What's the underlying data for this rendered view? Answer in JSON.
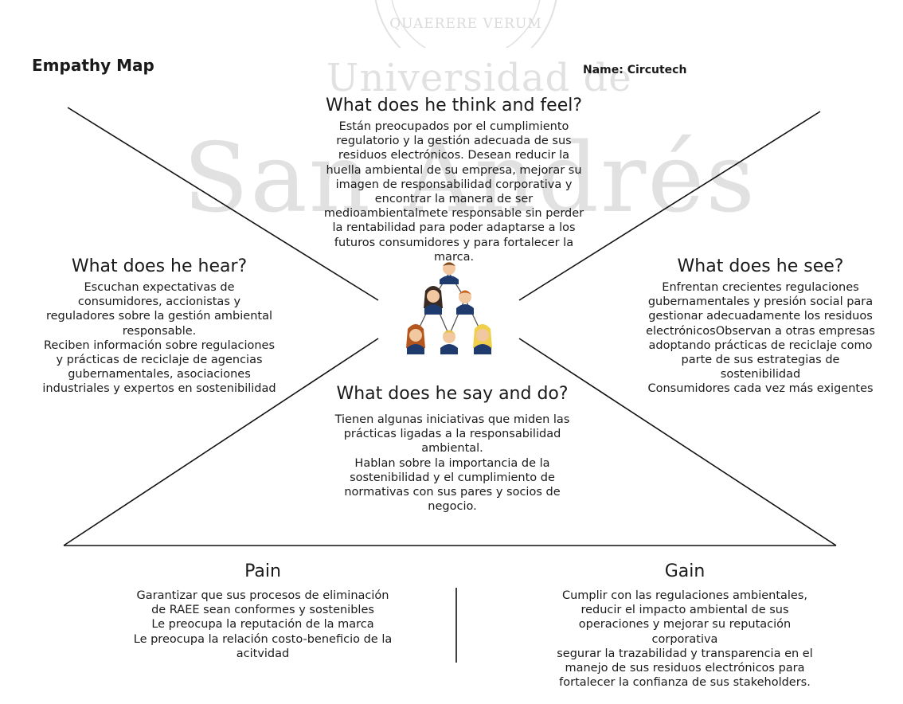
{
  "watermark": {
    "motto": "QUAERERE VERUM",
    "line1": "Universidad de",
    "line2": "San Andrés"
  },
  "title": "Empathy Map",
  "name_label": "Name: Circutech",
  "sections": {
    "think": {
      "heading": "What does he think and feel?",
      "lines": [
        "Están preocupados por el cumplimiento",
        "regulatorio y la gestión adecuada de sus",
        "residuos electrónicos. Desean reducir la",
        "huella ambiental de su empresa, mejorar su",
        "imagen de responsabilidad corporativa y",
        "encontrar la manera de ser",
        "medioambientalmete responsable sin perder",
        "la rentabilidad para poder adaptarse a los",
        "futuros consumidores y para fortalecer la",
        "marca."
      ]
    },
    "hear": {
      "heading": "What does he hear?",
      "lines": [
        "Escuchan expectativas de",
        "consumidores, accionistas y",
        "reguladores sobre la gestión ambiental",
        "responsable.",
        "Reciben información sobre regulaciones",
        "y prácticas de reciclaje de agencias",
        "gubernamentales, asociaciones",
        "industriales y expertos en sostenibilidad"
      ]
    },
    "see": {
      "heading": "What does he see?",
      "lines": [
        "Enfrentan crecientes regulaciones",
        "gubernamentales y presión social para",
        "gestionar adecuadamente los residuos",
        "electrónicosObservan a otras empresas",
        "adoptando prácticas de reciclaje como",
        "parte de sus estrategias de",
        "sostenibilidad",
        "Consumidores cada vez más exigentes"
      ]
    },
    "say": {
      "heading": "What does he say and do?",
      "lines": [
        "Tienen algunas iniciativas que miden las",
        "prácticas ligadas a la responsabilidad",
        "ambiental.",
        "Hablan sobre la importancia de la",
        "sostenibilidad y el cumplimiento de",
        "normativas con sus pares y socios de",
        "negocio."
      ]
    },
    "pain": {
      "heading": "Pain",
      "lines": [
        "Garantizar que sus procesos de eliminación",
        "de RAEE sean conformes y sostenibles",
        "Le preocupa la reputación de la marca",
        "Le preocupa la relación costo-beneficio de la",
        "acitvidad"
      ]
    },
    "gain": {
      "heading": "Gain",
      "lines": [
        "Cumplir con las regulaciones ambientales,",
        "reducir el impacto ambiental de sus",
        "operaciones y mejorar su reputación",
        "corporativa",
        "segurar la trazabilidad y transparencia en el",
        "manejo de sus residuos electrónicos para",
        "fortalecer la confianza de sus stakeholders."
      ]
    }
  },
  "center_icon": "team-network-icon",
  "colors": {
    "text": "#1a1a1a",
    "lines": "#111111",
    "watermark": "#c9c9c9"
  }
}
